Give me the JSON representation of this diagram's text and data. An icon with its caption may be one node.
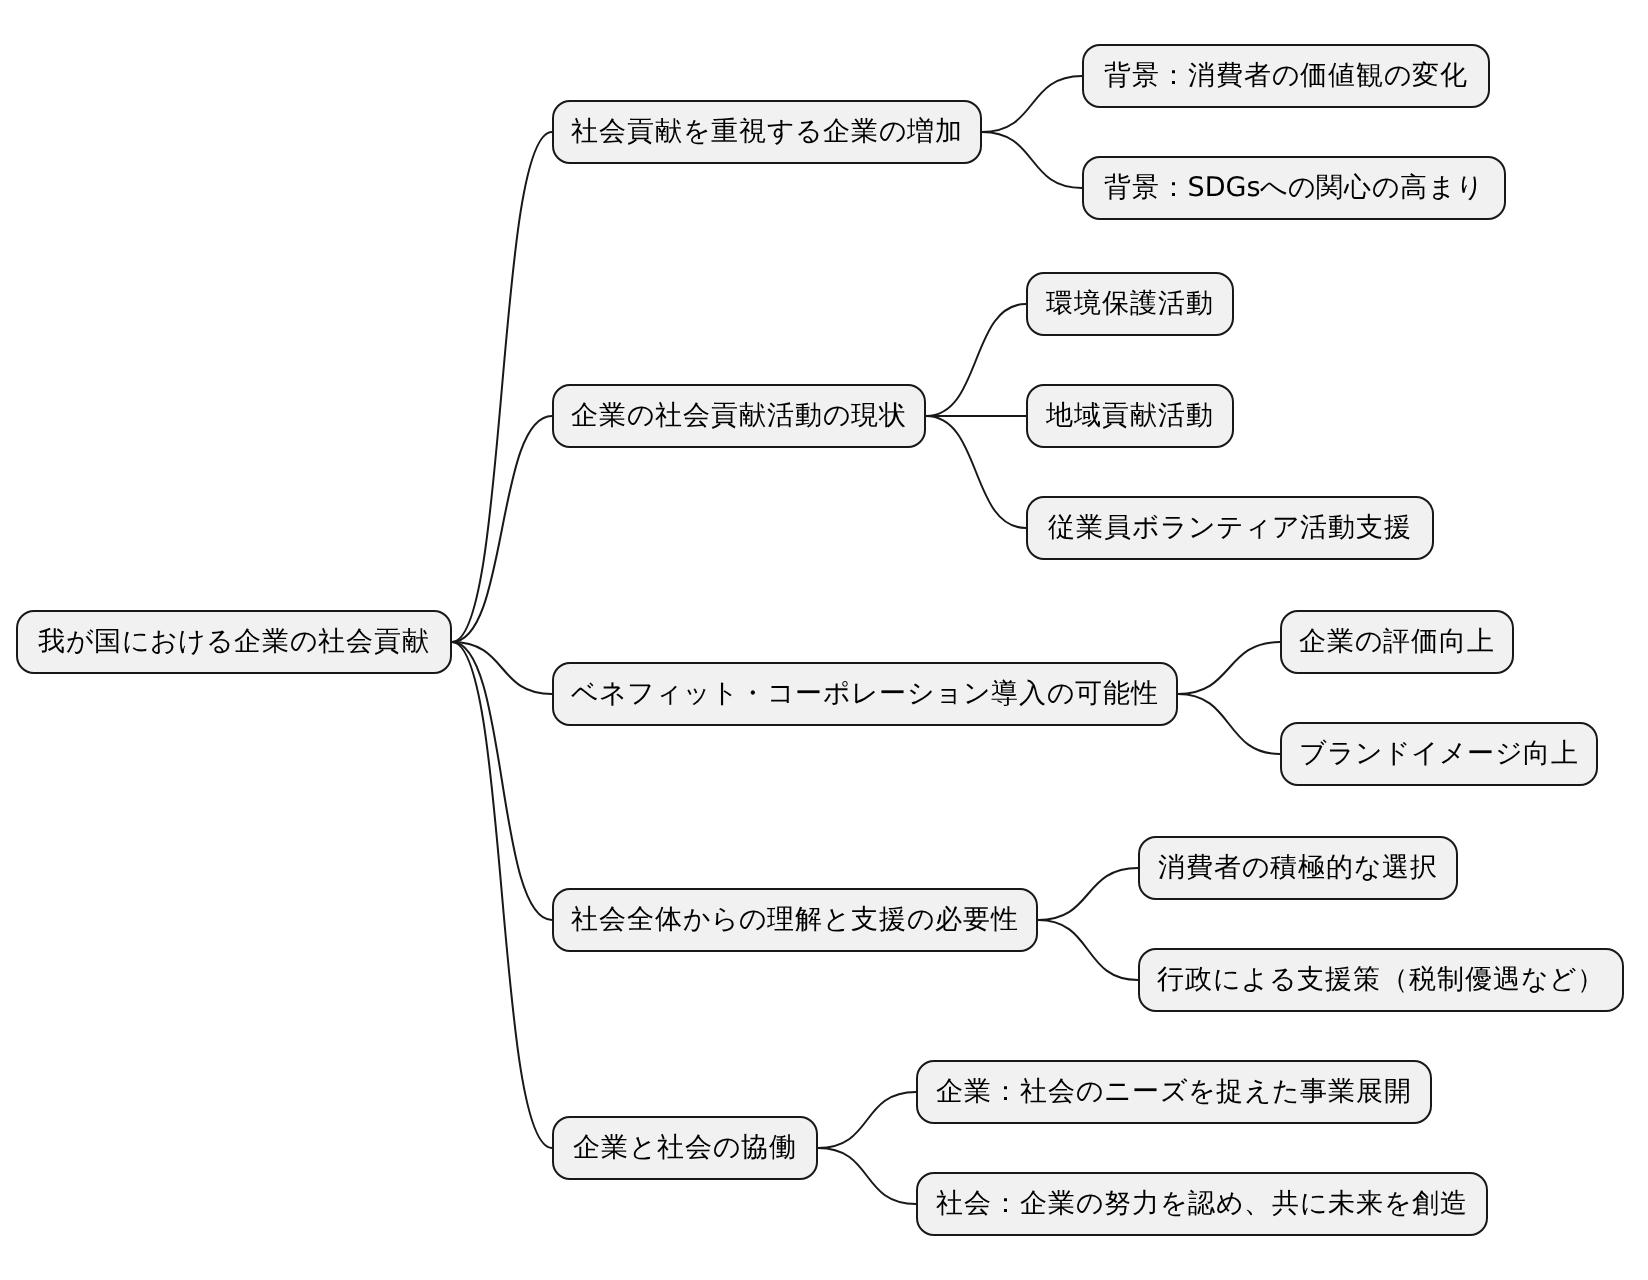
{
  "diagram": {
    "nodes": [
      {
        "text": [
          "我が国における企業の社会貢献"
        ]
      },
      {
        "text": [
          "社会貢献を重視する企業の増加"
        ]
      },
      {
        "text": [
          "背景：消費者の価値観の変化"
        ]
      },
      {
        "text": [
          "背景：SDGsへの関心の高まり"
        ]
      },
      {
        "text": [
          "企業の社会貢献活動の現状"
        ]
      },
      {
        "text": [
          "環境保護活動"
        ]
      },
      {
        "text": [
          "地域貢献活動"
        ]
      },
      {
        "text": [
          "従業員ボランティア活動支援"
        ]
      },
      {
        "text": [
          "ベネフィット・コーポレーション導入の可能性"
        ]
      },
      {
        "text": [
          "企業の評価向上"
        ]
      },
      {
        "text": [
          "ブランドイメージ向上"
        ]
      },
      {
        "text": [
          "社会全体からの理解と支援の必要性"
        ]
      },
      {
        "text": [
          "消費者の積極的な選択"
        ]
      },
      {
        "text": [
          "行政による支援策（税制優遇など）"
        ]
      },
      {
        "text": [
          "企業と社会の協働"
        ]
      },
      {
        "text": [
          "企業：社会のニーズを捉えた事業展開"
        ]
      },
      {
        "text": [
          "社会：企業の努力を認め、共に未来を創造"
        ]
      }
    ],
    "edges": [
      {
        "from": 0,
        "to": 1,
        "arrow": "none"
      },
      {
        "from": 1,
        "to": 2,
        "arrow": "none"
      },
      {
        "from": 1,
        "to": 3,
        "arrow": "none"
      },
      {
        "from": 0,
        "to": 4,
        "arrow": "none"
      },
      {
        "from": 4,
        "to": 5,
        "arrow": "none"
      },
      {
        "from": 4,
        "to": 6,
        "arrow": "none"
      },
      {
        "from": 4,
        "to": 7,
        "arrow": "none"
      },
      {
        "from": 0,
        "to": 8,
        "arrow": "none"
      },
      {
        "from": 8,
        "to": 9,
        "arrow": "none"
      },
      {
        "from": 8,
        "to": 10,
        "arrow": "none"
      },
      {
        "from": 0,
        "to": 11,
        "arrow": "none"
      },
      {
        "from": 11,
        "to": 12,
        "arrow": "none"
      },
      {
        "from": 11,
        "to": 13,
        "arrow": "none"
      },
      {
        "from": 0,
        "to": 14,
        "arrow": "none"
      },
      {
        "from": 14,
        "to": 15,
        "arrow": "none"
      },
      {
        "from": 14,
        "to": 16,
        "arrow": "none"
      }
    ]
  }
}
